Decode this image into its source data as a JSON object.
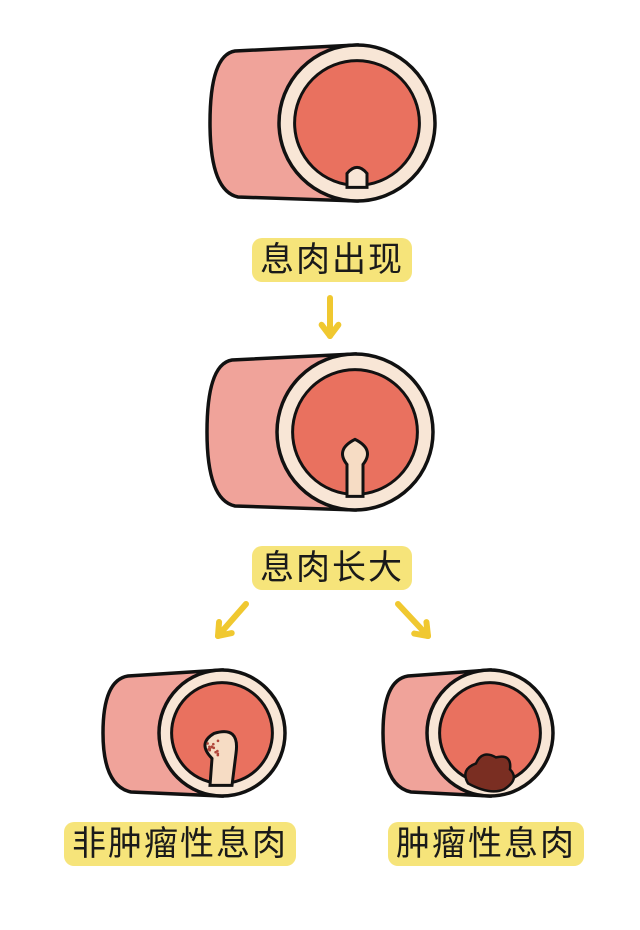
{
  "stages": {
    "appear": "息肉出现",
    "grow": "息肉长大",
    "non_neoplastic": "非肿瘤性息肉",
    "neoplastic": "肿瘤性息肉"
  },
  "colors": {
    "tube": "#f0a39a",
    "ring": "#f8e6d6",
    "lumen": "#e9715f",
    "polyp": "#f6dcc4",
    "malignant": "#7a2e22",
    "highlight": "#f6e47a",
    "arrow": "#f0c830"
  }
}
